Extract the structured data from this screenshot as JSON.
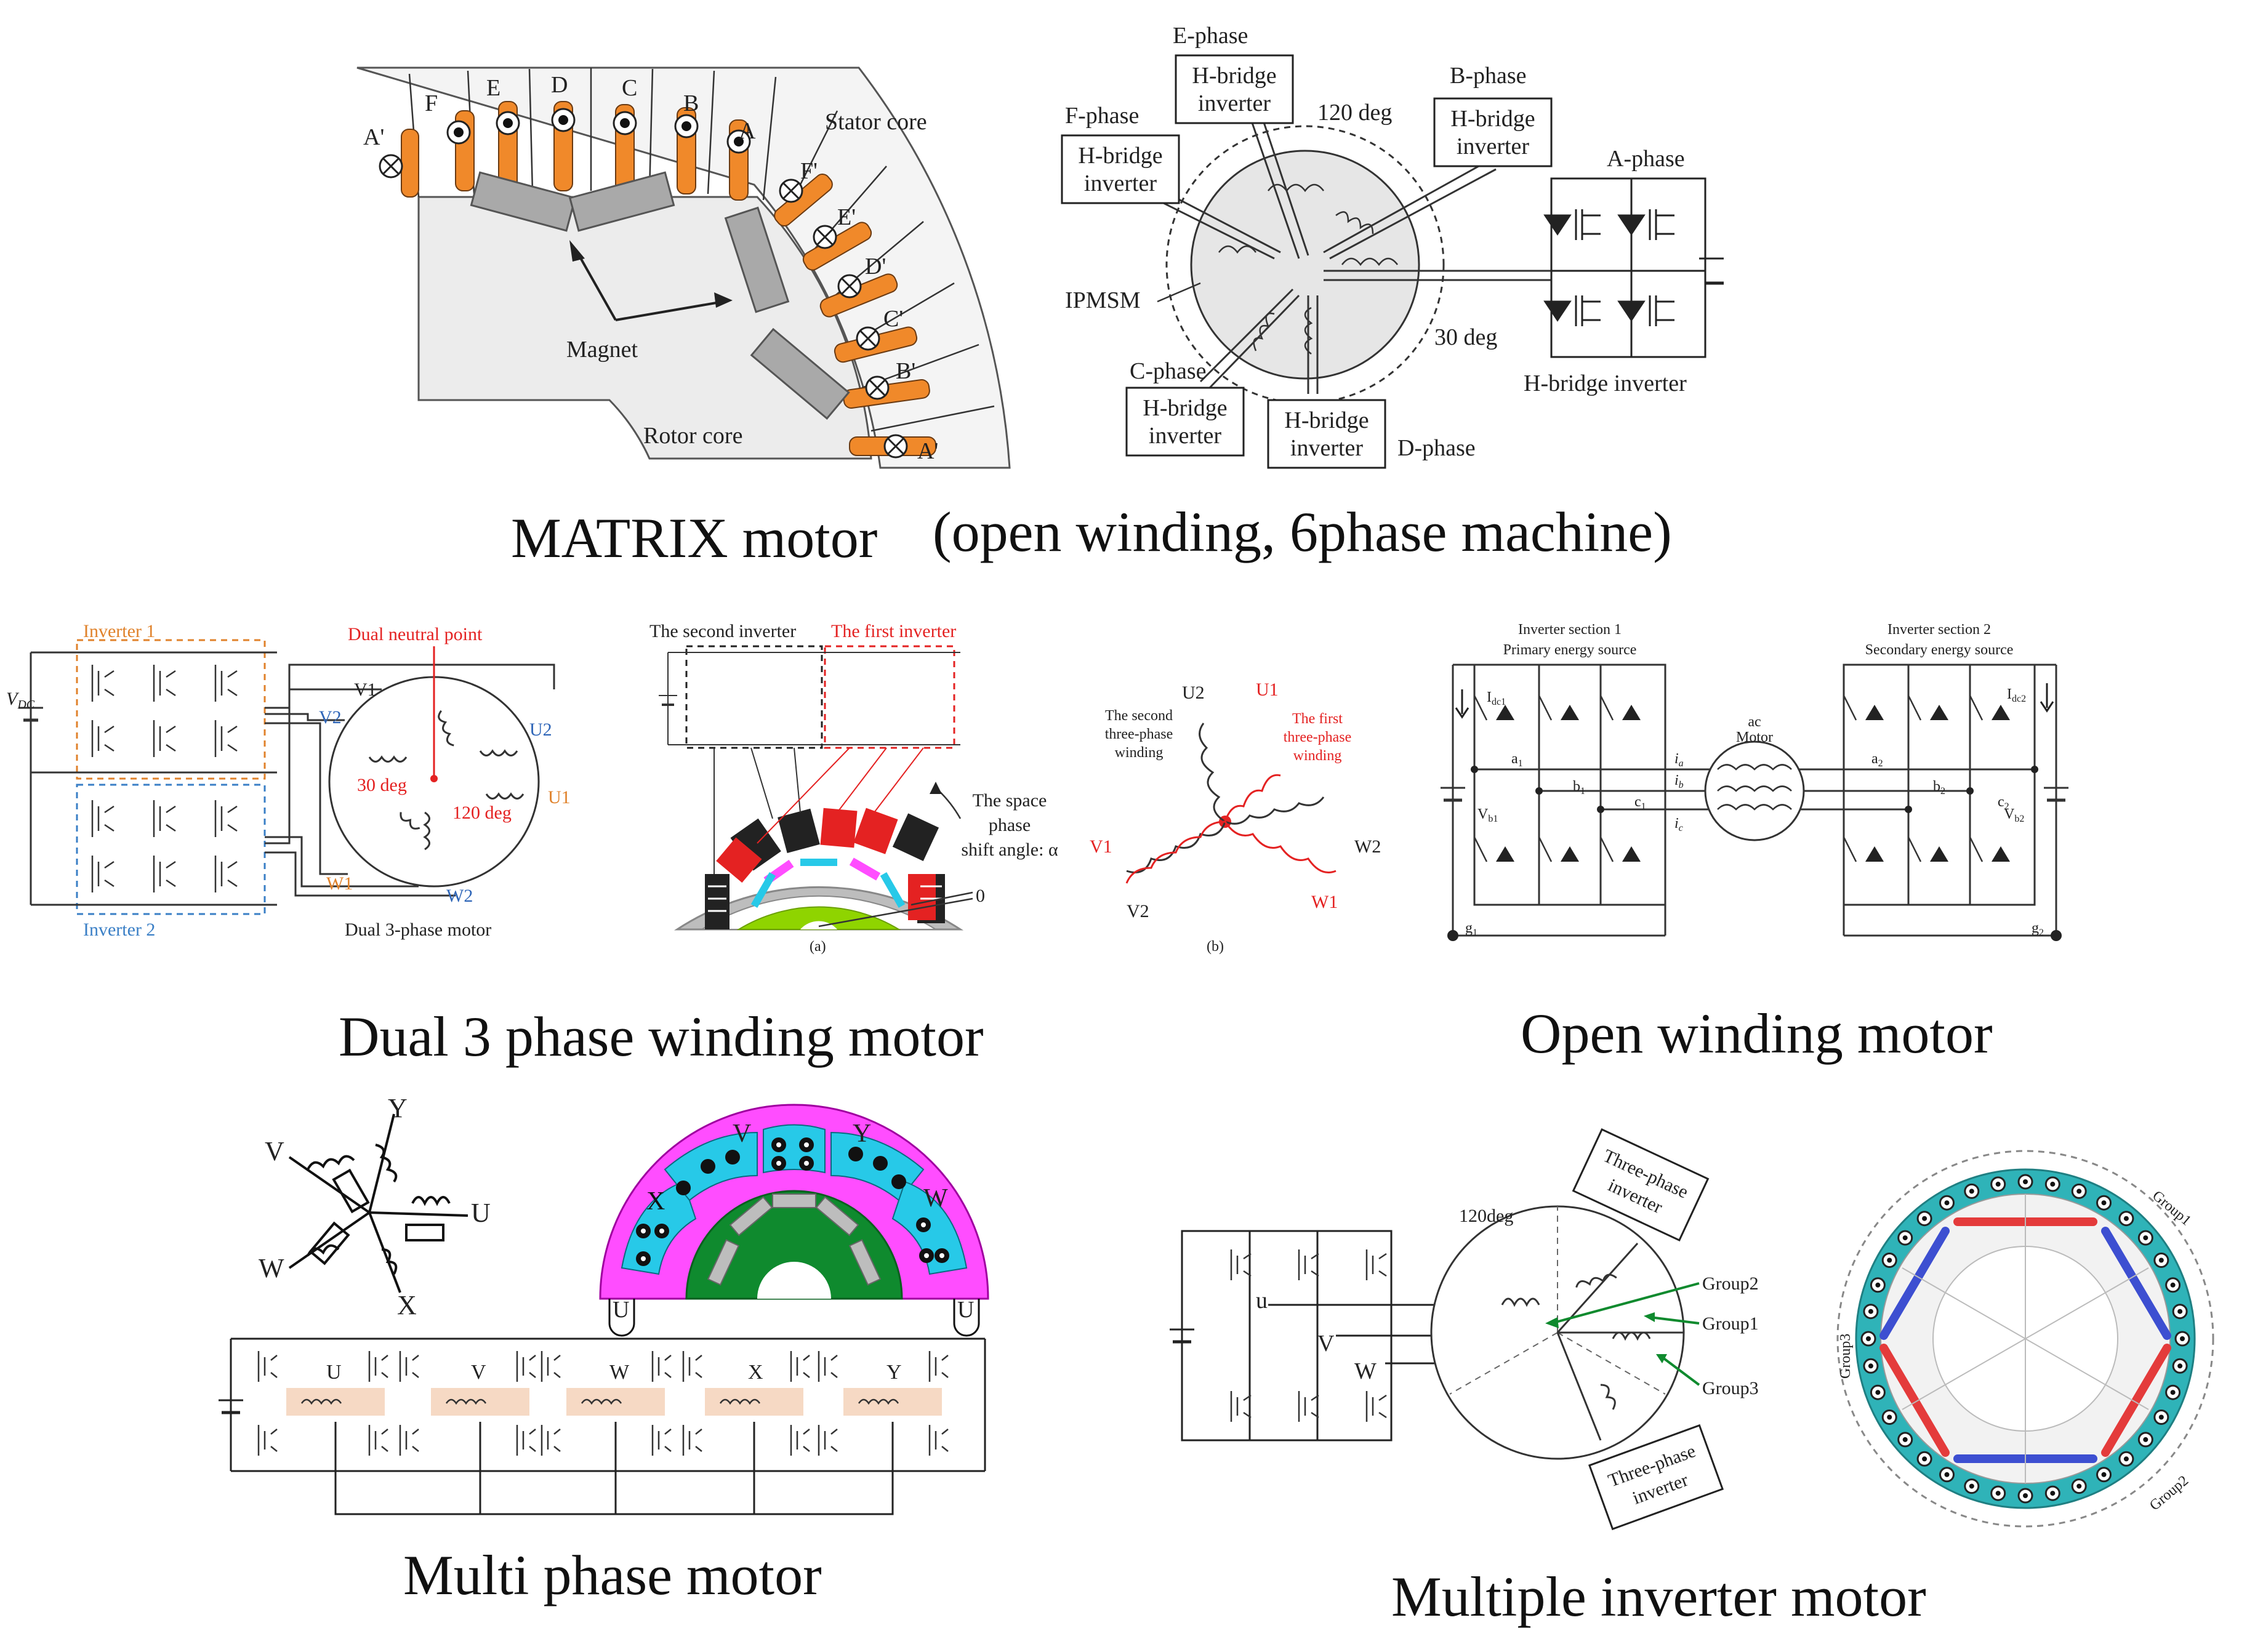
{
  "captions": {
    "matrix_motor": "MATRIX motor",
    "matrix_motor_note": "(open winding, 6phase machine)",
    "dual3": "Dual 3 phase winding motor",
    "open_winding": "Open winding motor",
    "multi_phase": "Multi phase motor",
    "multiple_inverter": "Multiple inverter motor"
  },
  "matrix_section": {
    "stator_core": "Stator core",
    "rotor_core": "Rotor core",
    "magnet": "Magnet",
    "slot_labels_top": [
      "A'",
      "F",
      "E",
      "D",
      "C",
      "B",
      "A"
    ],
    "slot_labels_side": [
      "F'",
      "E'",
      "D'",
      "C'",
      "B'",
      "A'"
    ],
    "ipmsm": "IPMSM",
    "phases": {
      "e": "E-phase",
      "f": "F-phase",
      "b": "B-phase",
      "a": "A-phase",
      "c": "C-phase",
      "d": "D-phase"
    },
    "hbridge_lines": [
      "H-bridge",
      "inverter"
    ],
    "hbridge_inverter": "H-bridge inverter",
    "deg120": "120 deg",
    "deg30": "30 deg"
  },
  "dual3_section": {
    "inverter1": "Inverter 1",
    "inverter2": "Inverter 2",
    "vdc": "V",
    "vdc_sub": "DC",
    "dual_neutral": "Dual neutral point",
    "v1": "V1",
    "v2": "V2",
    "u1": "U1",
    "u2": "U2",
    "w1": "W1",
    "w2": "W2",
    "deg30": "30 deg",
    "deg120": "120 deg",
    "motor_label": "Dual 3-phase motor",
    "second_inverter": "The second inverter",
    "first_inverter": "The first inverter",
    "space_phase": [
      "The space",
      "phase",
      "shift angle: α"
    ],
    "zero": "0",
    "fig_a": "(a)",
    "fig_b": "(b)",
    "second_winding": [
      "The second",
      "three-phase",
      "winding"
    ],
    "first_winding": [
      "The first",
      "three-phase",
      "winding"
    ]
  },
  "open_section": {
    "inv_section1": "Inverter section 1",
    "primary": "Primary energy source",
    "inv_section2": "Inverter section 2",
    "secondary": "Secondary energy source",
    "ac_motor": [
      "ac",
      "Motor"
    ],
    "idc1": "I",
    "idc1_sub": "dc1",
    "idc2": "I",
    "idc2_sub": "dc2",
    "vb1": "V",
    "vb1_sub": "b1",
    "vb2": "V",
    "vb2_sub": "b2",
    "nodes_left": [
      "a",
      "b",
      "c"
    ],
    "nodes_left_sub": "1",
    "nodes_right": [
      "a",
      "b",
      "c"
    ],
    "nodes_right_sub": "2",
    "currents": [
      "i",
      "i",
      "i"
    ],
    "current_subs": [
      "a",
      "b",
      "c"
    ],
    "g1": "g",
    "g1_sub": "1",
    "g2": "g",
    "g2_sub": "2"
  },
  "multi_section": {
    "star_labels": [
      "Y",
      "V",
      "U",
      "W",
      "X"
    ],
    "half_labels": [
      "X",
      "V",
      "Y",
      "W"
    ],
    "bottom_u": "U",
    "inverter_labels": [
      "U",
      "V",
      "W",
      "X",
      "Y"
    ]
  },
  "mi_section": {
    "deg120": "120deg",
    "three_phase_inverter": [
      "Three-phase",
      "inverter"
    ],
    "group1": "Group1",
    "group2": "Group2",
    "group3": "Group3",
    "u": "u",
    "v": "V",
    "w": "W"
  },
  "colors": {
    "slot_orange": "#f0892a",
    "magnet_gray": "#a9a9a9",
    "inverter1_box": "#e0822b",
    "inverter2_box": "#3a7fc6",
    "red": "#e42222",
    "blue_label": "#2f66b8",
    "green_rotor": "#8fd400",
    "magenta": "#ff4dff",
    "cyan": "#27c9e8",
    "dark_green": "#0f8a2e",
    "teal": "#2fb3b8",
    "bar_red": "#e43b3b",
    "bar_blue": "#3d4fd1",
    "light_salmon": "#f6d9c4"
  }
}
